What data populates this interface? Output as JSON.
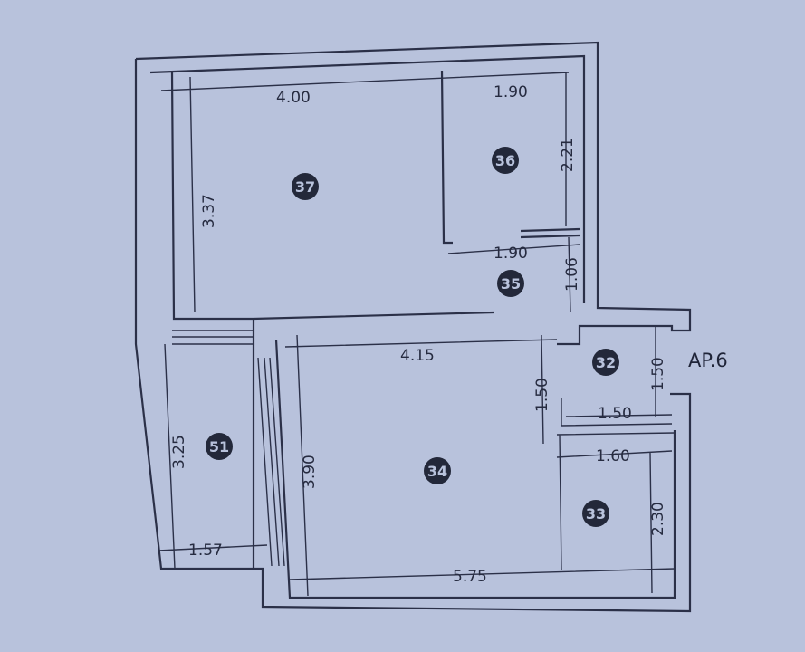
{
  "apartment_label": "AP.6",
  "rooms": [
    {
      "number": "37"
    },
    {
      "number": "36"
    },
    {
      "number": "35"
    },
    {
      "number": "32"
    },
    {
      "number": "34"
    },
    {
      "number": "51"
    },
    {
      "number": "33"
    }
  ],
  "dimensions": {
    "room37_width": "4.00",
    "room36_width_top": "1.90",
    "room36_height": "2.21",
    "room37_height": "3.37",
    "room36_width_bottom": "1.90",
    "room35_height": "1.06",
    "room34_width": "4.15",
    "room32_height_right": "1.50",
    "room32_height_left": "1.50",
    "room32_width": "1.50",
    "room33_width": "1.60",
    "room51_height": "3.25",
    "room34_height": "3.90",
    "room33_height": "2.30",
    "room51_width": "1.57",
    "total_bottom_width": "5.75"
  },
  "colors": {
    "paper": "#b8c2dc",
    "ink": "#2b3048"
  }
}
